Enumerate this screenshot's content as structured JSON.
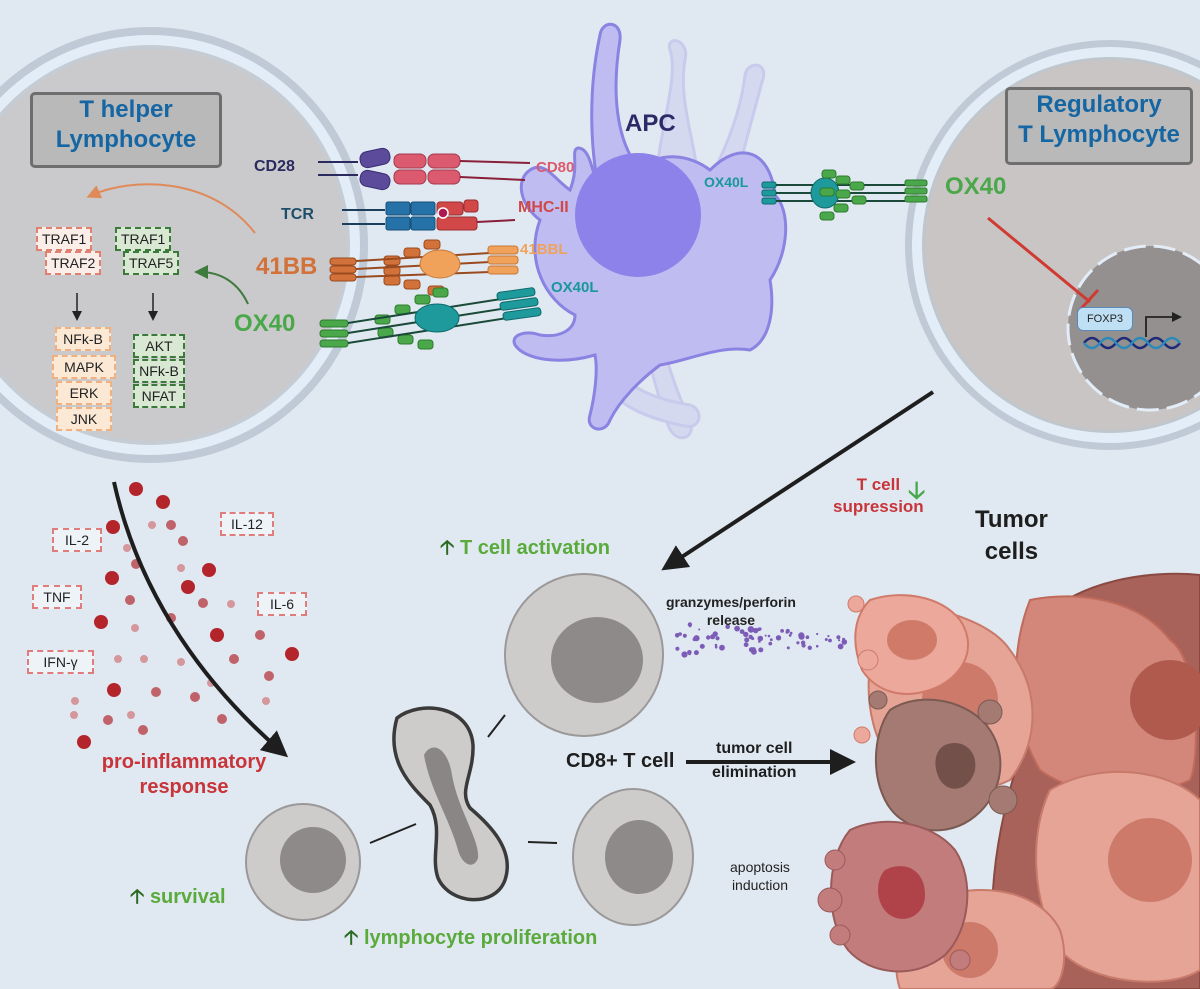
{
  "figure": {
    "background_color": "#e0e9f1"
  },
  "t_helper": {
    "title_line1": "T helper",
    "title_line2": "Lymphocyte",
    "receptors": {
      "cd28": "CD28",
      "tcr": "TCR",
      "b41bb": "41BB",
      "ox40": "OX40"
    },
    "traf_41bb": [
      "TRAF1",
      "TRAF2"
    ],
    "traf_ox40": [
      "TRAF1",
      "TRAF5"
    ],
    "pathway_41bb": [
      "NFk-B",
      "MAPK",
      "ERK",
      "JNK"
    ],
    "pathway_ox40": [
      "AKT",
      "NFk-B",
      "NFAT"
    ]
  },
  "apc": {
    "title": "APC",
    "ligands": {
      "cd80": "CD80",
      "mhc2": "MHC-II",
      "b41bbl": "41BBL",
      "ox40l_left": "OX40L",
      "ox40l_right": "OX40L"
    }
  },
  "treg": {
    "title_line1": "Regulatory",
    "title_line2": "T Lymphocyte",
    "receptor": "OX40",
    "gene": "FOXP3"
  },
  "cytokines": {
    "labels": [
      "IL-2",
      "IL-12",
      "TNF",
      "IL-6",
      "IFN-γ"
    ],
    "response_line1": "pro-inflammatory",
    "response_line2": "response"
  },
  "effects": {
    "t_cell_activation": "T cell activation",
    "t_cell_suppression_line1": "T cell",
    "t_cell_suppression_line2": "supression",
    "survival": "survival",
    "lymphocyte_proliferation": "lymphocyte proliferation",
    "cd8": "CD8+ T cell",
    "granzymes_line1": "granzymes/perforin",
    "granzymes_line2": "release",
    "elimination_line1": "tumor cell",
    "elimination_line2": "elimination",
    "apoptosis_line1": "apoptosis",
    "apoptosis_line2": "induction",
    "tumor_line1": "Tumor",
    "tumor_line2": "cells"
  },
  "colors": {
    "title_blue": "#1566a3",
    "cd28_navy": "#2b2a5e",
    "tcr_teal": "#1c4e6b",
    "b41bb_orange": "#d2723a",
    "ox40_green": "#4aa84a",
    "cd80_pink": "#dc5a6e",
    "mhc_red": "#d24848",
    "b41bbl_light_orange": "#f0a25a",
    "ox40l_teal": "#18989a",
    "apc_purple": "#b8b4ee",
    "apc_nucleus": "#8f82e6",
    "response_red": "#c8343a",
    "effect_green": "#5aaa3c",
    "arrow_dark_green": "#2a6a22"
  }
}
